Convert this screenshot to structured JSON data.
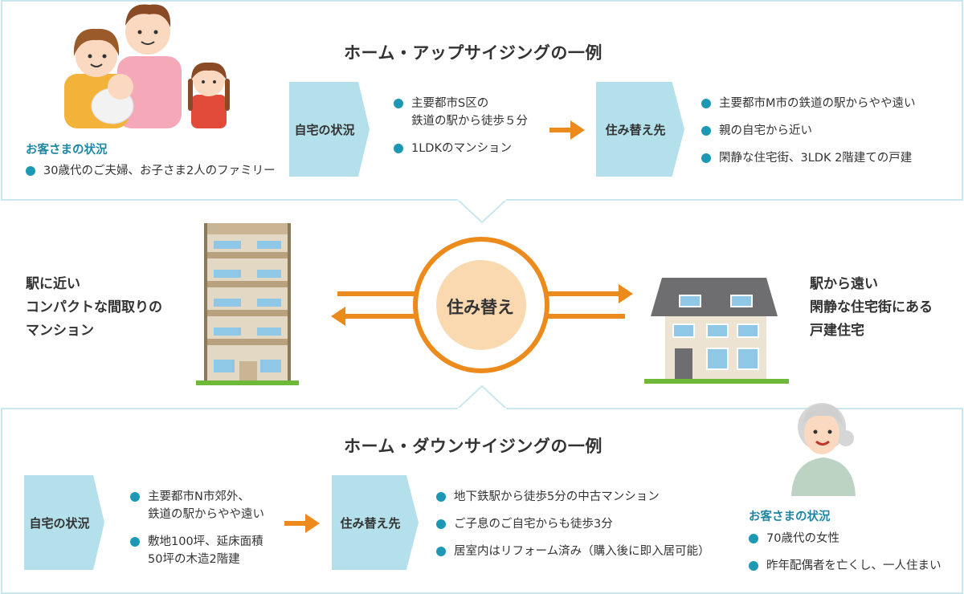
{
  "upsizing": {
    "title": "ホーム・アップサイジングの一例",
    "customer": {
      "title": "お客さまの状況",
      "items": [
        "30歳代のご夫婦、お子さま2人のファミリー"
      ]
    },
    "current": {
      "label": "自宅の状況",
      "items": [
        "主要都市S区の\n鉄道の駅から徒歩５分",
        "1LDKのマンション"
      ]
    },
    "destination": {
      "label": "住み替え先",
      "items": [
        "主要都市M市の鉄道の駅からやや遠い",
        "親の自宅から近い",
        "閑静な住宅街、3LDK 2階建ての戸建"
      ]
    }
  },
  "center": {
    "label": "住み替え",
    "left_lines": [
      "駅に近い",
      "コンパクトな間取りの",
      "マンション"
    ],
    "right_lines": [
      "駅から遠い",
      "閑静な住宅街にある",
      "戸建住宅"
    ]
  },
  "downsizing": {
    "title": "ホーム・ダウンサイジングの一例",
    "current": {
      "label": "自宅の状況",
      "items": [
        "主要都市N市郊外、\n鉄道の駅からやや遠い",
        "敷地100坪、延床面積\n50坪の木造2階建"
      ]
    },
    "destination": {
      "label": "住み替え先",
      "items": [
        "地下鉄駅から徒歩5分の中古マンション",
        "ご子息のご自宅からも徒歩3分",
        "居室内はリフォーム済み（購入後に即入居可能）"
      ]
    },
    "customer": {
      "title": "お客さまの状況",
      "items": [
        "70歳代の女性",
        "昨年配偶者を亡くし、一人住まい"
      ]
    }
  },
  "colors": {
    "panel_border": "#c8e7ee",
    "chevron": "#b3e0ea",
    "bullet": "#1d98b4",
    "accent_orange": "#ec8a1c",
    "circle_fill": "#fbd9b0",
    "customer_title": "#1d86a3"
  }
}
